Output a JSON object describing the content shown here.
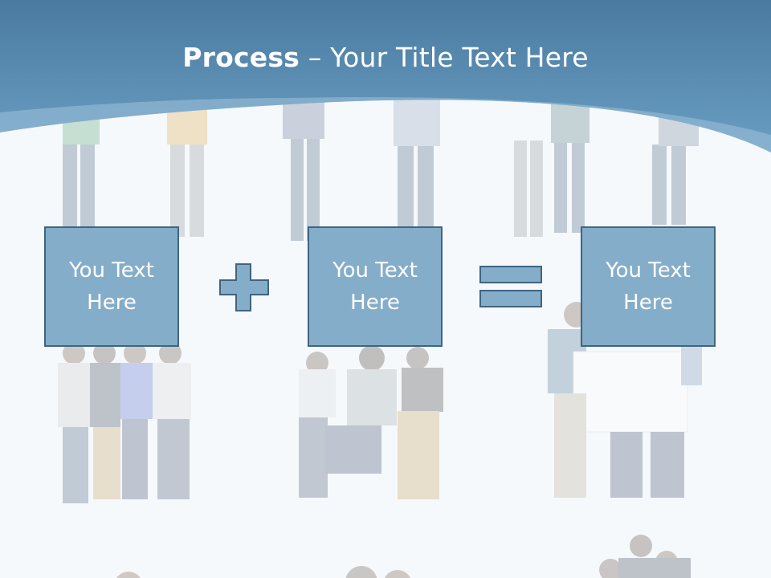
{
  "slide": {
    "title_bold": "Process",
    "title_rest": " – Your Title Text Here",
    "boxes": [
      {
        "text": "You Text Here"
      },
      {
        "text": "You Text Here"
      },
      {
        "text": "You Text Here"
      }
    ],
    "operators": [
      "plus",
      "equals"
    ]
  },
  "colors": {
    "header_band": "#5b8db2",
    "box_fill": "#84adc9",
    "box_border": "#3f6480",
    "operator_fill": "#84adc9",
    "background": "#f6f9fc"
  },
  "icons": [
    "plus-icon",
    "equals-icon"
  ]
}
